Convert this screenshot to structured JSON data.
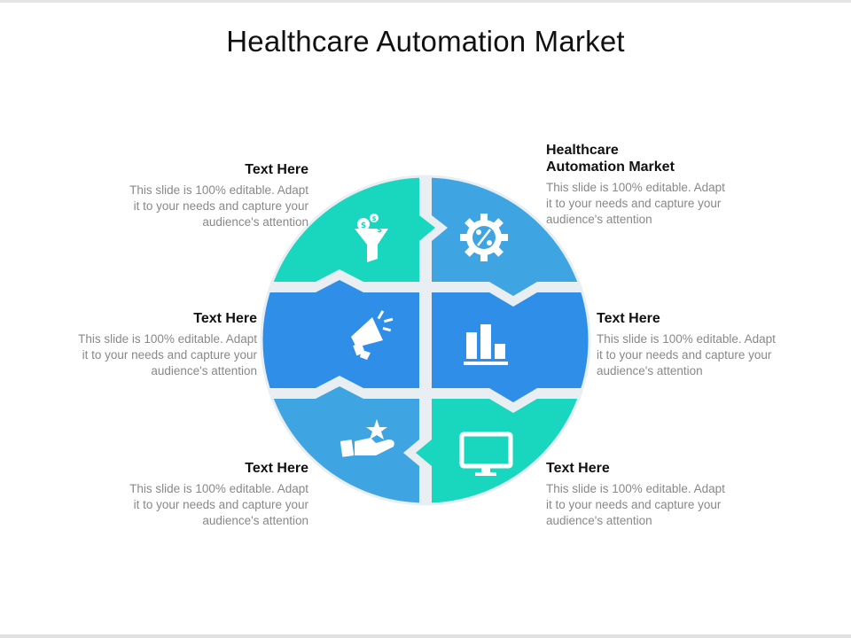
{
  "title": "Healthcare Automation Market",
  "colors": {
    "teal": "#19d6be",
    "mid_blue": "#3fa5e2",
    "blue": "#2e8ee8",
    "gap": "#e8eef2",
    "heading": "#111111",
    "desc": "#888888"
  },
  "segments": [
    {
      "position": "top-left",
      "color": "teal",
      "icon": "money-funnel-icon"
    },
    {
      "position": "top-right",
      "color": "mid_blue",
      "icon": "percent-gear-icon"
    },
    {
      "position": "middle-left",
      "color": "blue",
      "icon": "megaphone-icon"
    },
    {
      "position": "middle-right",
      "color": "blue",
      "icon": "bar-chart-icon"
    },
    {
      "position": "bottom-left",
      "color": "mid_blue",
      "icon": "star-hand-icon"
    },
    {
      "position": "bottom-right",
      "color": "teal",
      "icon": "monitor-icon"
    }
  ],
  "blocks": {
    "top_left": {
      "heading": "Text Here",
      "text": "This slide is 100% editable. Adapt\nit to your needs and capture your\naudience's attention"
    },
    "top_right": {
      "heading": "Healthcare\nAutomation Market",
      "text": "This slide is 100% editable. Adapt\nit to your needs and capture your\naudience's attention"
    },
    "middle_left": {
      "heading": "Text Here",
      "text": "This slide is 100% editable. Adapt\nit to your needs and capture your\naudience's attention"
    },
    "middle_right": {
      "heading": "Text Here",
      "text": "This slide is 100% editable. Adapt\nit to your needs and capture your\naudience's attention"
    },
    "bottom_left": {
      "heading": "Text Here",
      "text": "This slide is 100% editable. Adapt\nit to your needs and capture your\naudience's attention"
    },
    "bottom_right": {
      "heading": "Text Here",
      "text": "This slide is 100% editable. Adapt\nit to your needs and capture your\naudience's attention"
    }
  }
}
